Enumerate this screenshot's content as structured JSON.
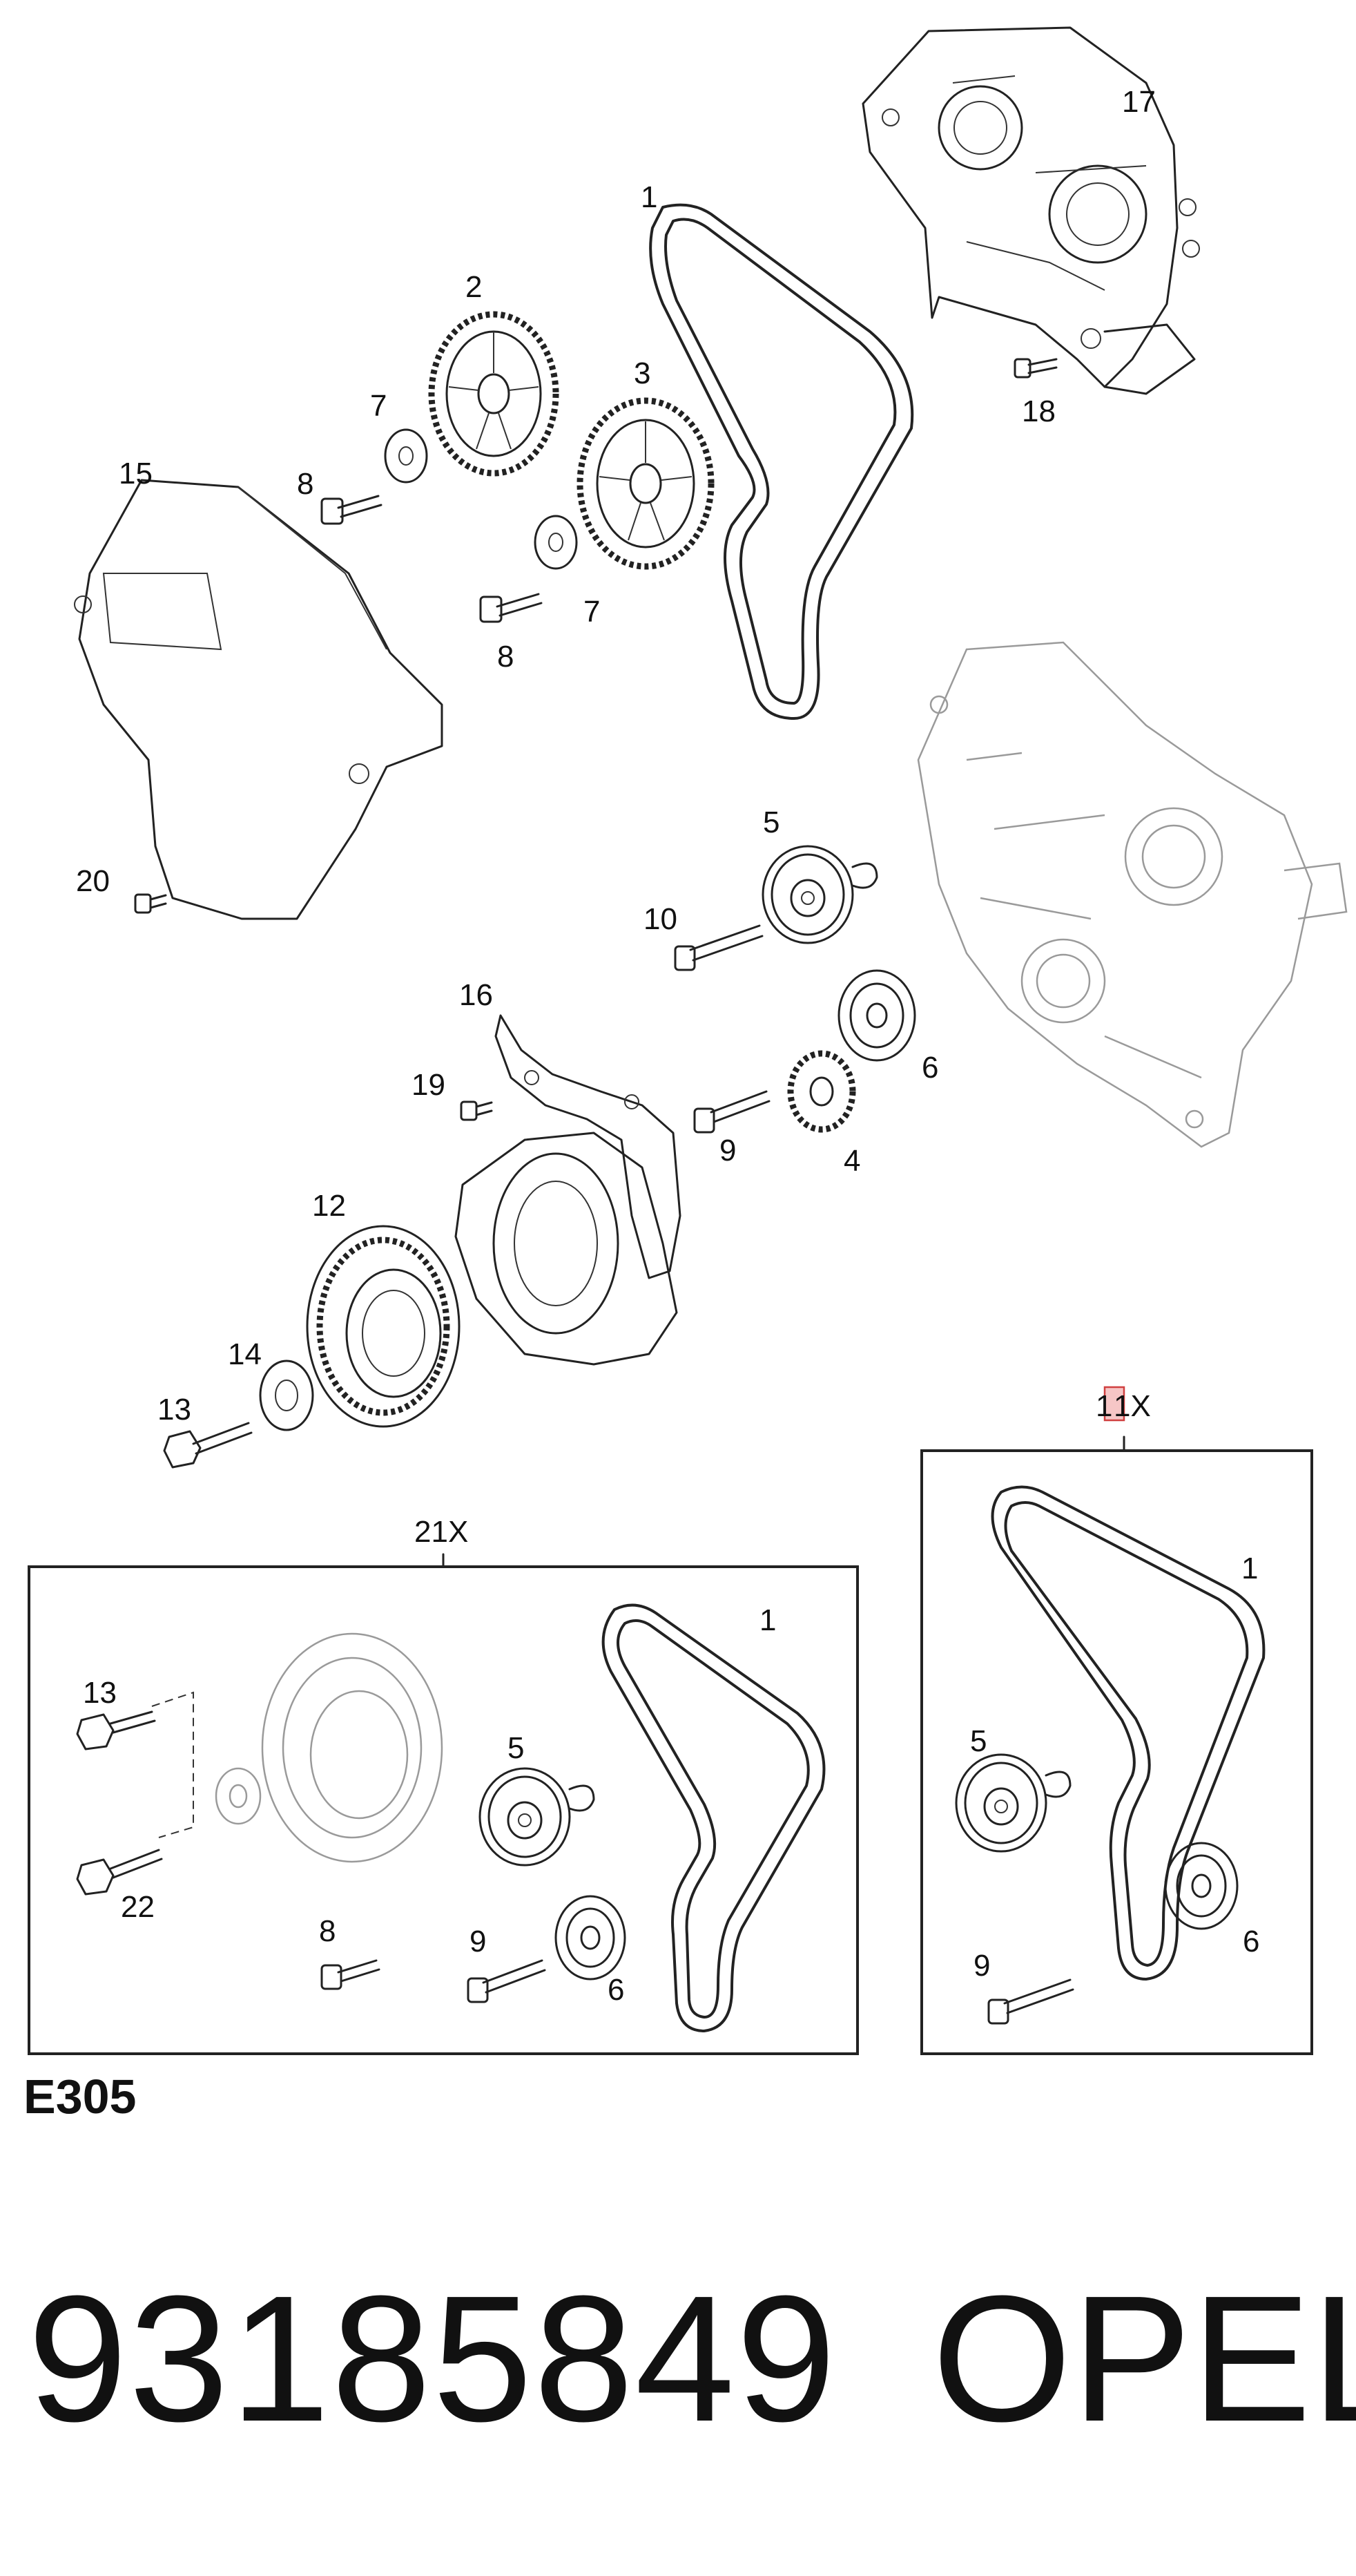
{
  "diagram": {
    "code": "E305",
    "part_number": "93185849",
    "brand": "OPEL",
    "callouts": {
      "c1": "1",
      "c2": "2",
      "c3": "3",
      "c4": "4",
      "c5": "5",
      "c6": "6",
      "c7a": "7",
      "c7b": "7",
      "c8a": "8",
      "c8b": "8",
      "c9": "9",
      "c10": "10",
      "c12": "12",
      "c13": "13",
      "c14": "14",
      "c15": "15",
      "c16": "16",
      "c17": "17",
      "c18": "18",
      "c19": "19",
      "c20": "20"
    },
    "kit_21x": {
      "label": "21X",
      "callouts": {
        "k1": "1",
        "k5": "5",
        "k6": "6",
        "k8": "8",
        "k9": "9",
        "k13": "13",
        "k22": "22"
      }
    },
    "kit_11x": {
      "label_highlight": "1",
      "label_rest": "1X",
      "callouts": {
        "k1": "1",
        "k5": "5",
        "k6": "6",
        "k9": "9"
      }
    }
  }
}
